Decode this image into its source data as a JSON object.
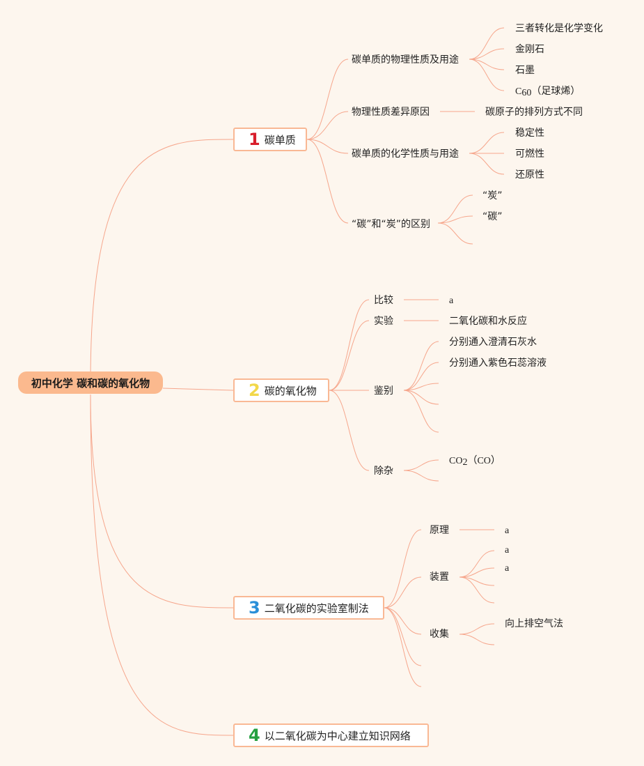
{
  "root": {
    "label": "初中化学 碳和碳的氧化物"
  },
  "colors": {
    "line": "#f6a68c",
    "root_bg": "#fbb98e",
    "branch_border": "#f9b894",
    "n1": "#d81e2c",
    "n2": "#f2d84a",
    "n3": "#2a8fd8",
    "n4": "#25a040"
  },
  "branches": [
    {
      "num": "1",
      "label": "碳单质",
      "children": [
        {
          "label": "碳单质的物理性质及用途",
          "children": [
            "三者转化是化学变化",
            "金刚石",
            "石墨"
          ],
          "c60": {
            "main": "C",
            "sub": "60",
            "tail": "（足球烯）"
          }
        },
        {
          "label": "物理性质差异原因",
          "children": [
            "碳原子的排列方式不同"
          ]
        },
        {
          "label": "碳单质的化学性质与用途",
          "children": [
            "稳定性",
            "可燃性",
            "还原性"
          ]
        },
        {
          "label": "“碳”和“炭”的区别",
          "children": [
            "“炭”",
            "“碳”"
          ]
        }
      ]
    },
    {
      "num": "2",
      "label": "碳的氧化物",
      "children": [
        {
          "label": "比较",
          "children": [
            "a"
          ]
        },
        {
          "label": "实验",
          "children": [
            "二氧化碳和水反应"
          ]
        },
        {
          "label": "鉴别",
          "children": [
            "分别通入澄清石灰水",
            "分别通入紫色石蕊溶液"
          ]
        },
        {
          "label": "除杂",
          "co2": {
            "main": "CO",
            "sub": "2",
            "tail": "（CO）"
          }
        }
      ]
    },
    {
      "num": "3",
      "label": "二氧化碳的实验室制法",
      "children": [
        {
          "label": "原理",
          "children": [
            "a"
          ]
        },
        {
          "label": "装置",
          "children": [
            "a",
            "a"
          ]
        },
        {
          "label": "收集",
          "children": [
            "向上排空气法"
          ]
        }
      ]
    },
    {
      "num": "4",
      "label": "以二氧化碳为中心建立知识网络"
    }
  ]
}
